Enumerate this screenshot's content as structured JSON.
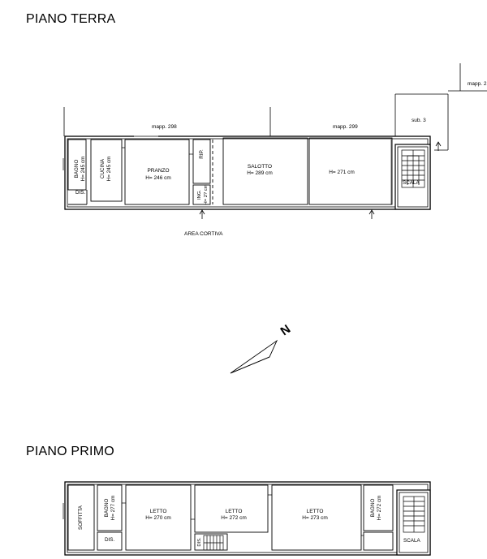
{
  "floors": {
    "ground": {
      "title": "PIANO TERRA",
      "rooms": {
        "bagno": {
          "name": "BAGNO",
          "height": "H= 245 cm"
        },
        "cucina": {
          "name": "CUCINA",
          "height": "H= 245 cm"
        },
        "dis": "DIS.",
        "pranzo": {
          "name": "PRANZO",
          "height": "H= 246 cm"
        },
        "rip": "RIP.",
        "ing": {
          "name": "ING.",
          "height": "H= 2? cm"
        },
        "salotto": {
          "name": "SALOTTO",
          "height": "H= 289 cm"
        },
        "room5": {
          "height": "H= 271 cm"
        },
        "scala": "SCALA"
      },
      "labels": {
        "mapp298": "mapp. 298",
        "mapp299": "mapp. 299",
        "mapp_right": "mapp. 2",
        "sub3": "sub. 3",
        "area_cortiva": "AREA CORTIVA"
      }
    },
    "first": {
      "title": "PIANO PRIMO",
      "rooms": {
        "soffitta": "SOFFITTA",
        "bagno1": {
          "name": "BAGNO",
          "height": "H= 277 cm"
        },
        "dis1": "DIS.",
        "letto1": {
          "name": "LETTO",
          "height": "H= 270 cm"
        },
        "letto2": {
          "name": "LETTO",
          "height": "H= 272 cm"
        },
        "dis2": "DIS.",
        "letto3": {
          "name": "LETTO",
          "height": "H= 273 cm"
        },
        "bagno2": {
          "name": "BAGNO",
          "height": "H= 272 cm"
        },
        "scala": "SCALA"
      }
    }
  },
  "north_arrow": {
    "label": "N"
  }
}
